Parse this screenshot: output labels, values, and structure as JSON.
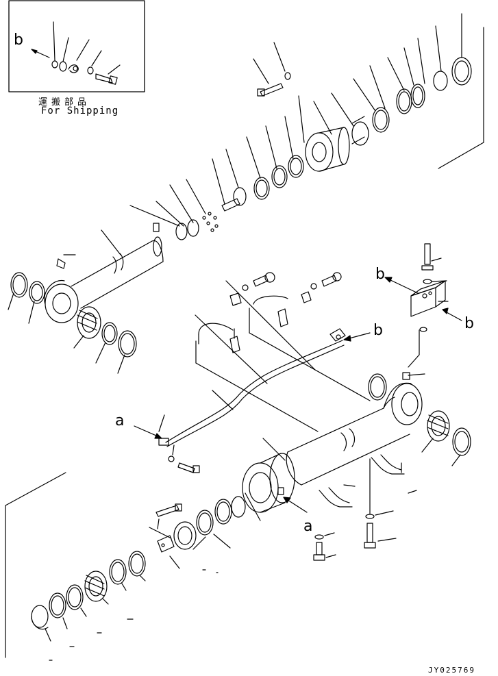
{
  "inset": {
    "label_jp": "運搬部品",
    "label_en": "For Shipping"
  },
  "callouts": {
    "b_inset": "b",
    "b_block_left": "b",
    "b_block_right": "b",
    "b_tube": "b",
    "a_left": "a",
    "a_bottom": "a"
  },
  "figure_id": "JY025769",
  "colors": {
    "line": "#000000",
    "background": "#ffffff"
  }
}
